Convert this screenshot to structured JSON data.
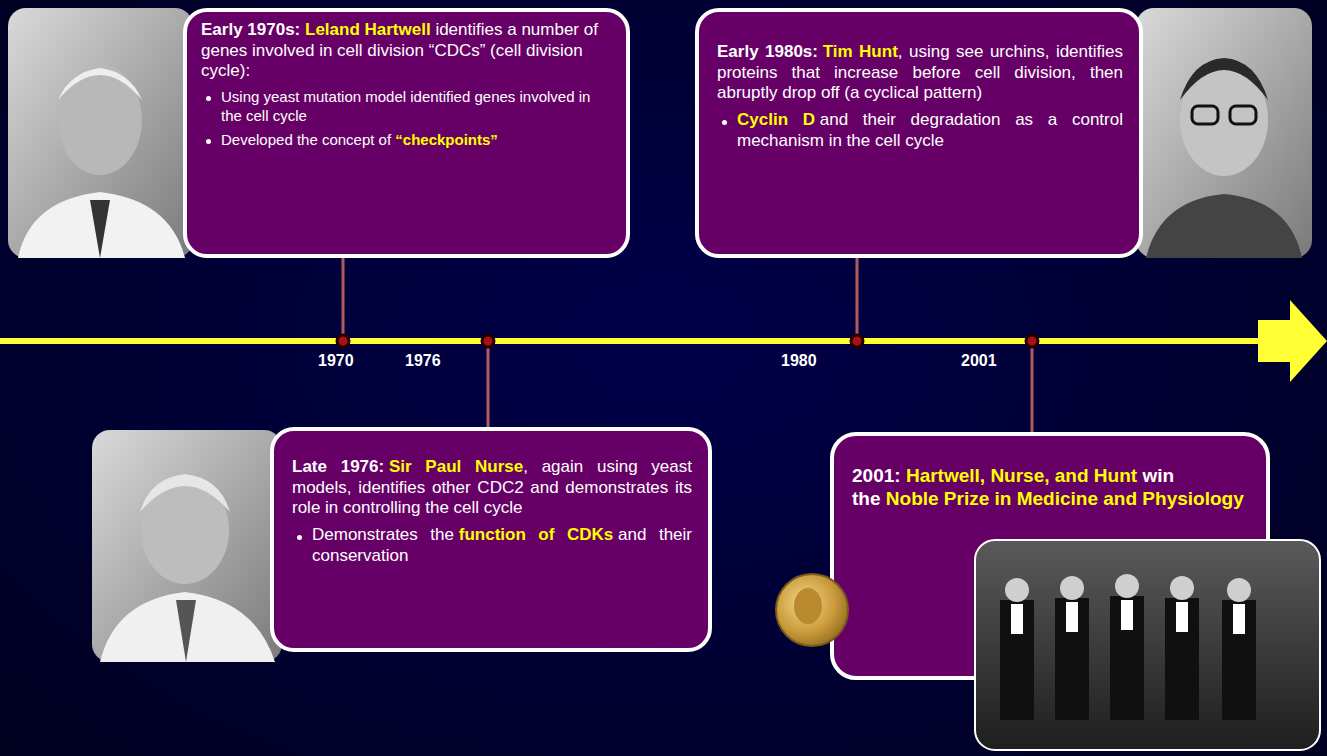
{
  "diagram": {
    "nodes": [
      {
        "text": [
          "Early 1970s:",
          "Leland Hartwell",
          "identifies a number of genes involved in cell division “CDCs” (cell division cycle):",
          "Using yeast mutation model identified genes involved in the cell cycle",
          "Developed the concept of",
          "“checkpoints”"
        ]
      },
      {
        "text": [
          "Late 1976:",
          "Sir Paul Nurse",
          ", again using yeast models, identifies other CDC2 and demonstrates its role in controlling the cell cycle",
          "Demonstrates the",
          "function of CDKs",
          "and their conservation"
        ]
      },
      {
        "text": [
          "Early 1980s:",
          "Tim Hunt",
          ", using see urchins, identifies proteins that increase before cell division, then abruptly drop off (a cyclical pattern)",
          "Cyclin D",
          "and their degradation as a control mechanism in the cell cycle"
        ]
      },
      {
        "text": [
          "2001:",
          "Hartwell, Nurse, and Hunt",
          "win the",
          "Noble Prize in Medicine and Physiology"
        ]
      }
    ],
    "labels": [
      "1970",
      "1976",
      "1980",
      "2001"
    ]
  }
}
